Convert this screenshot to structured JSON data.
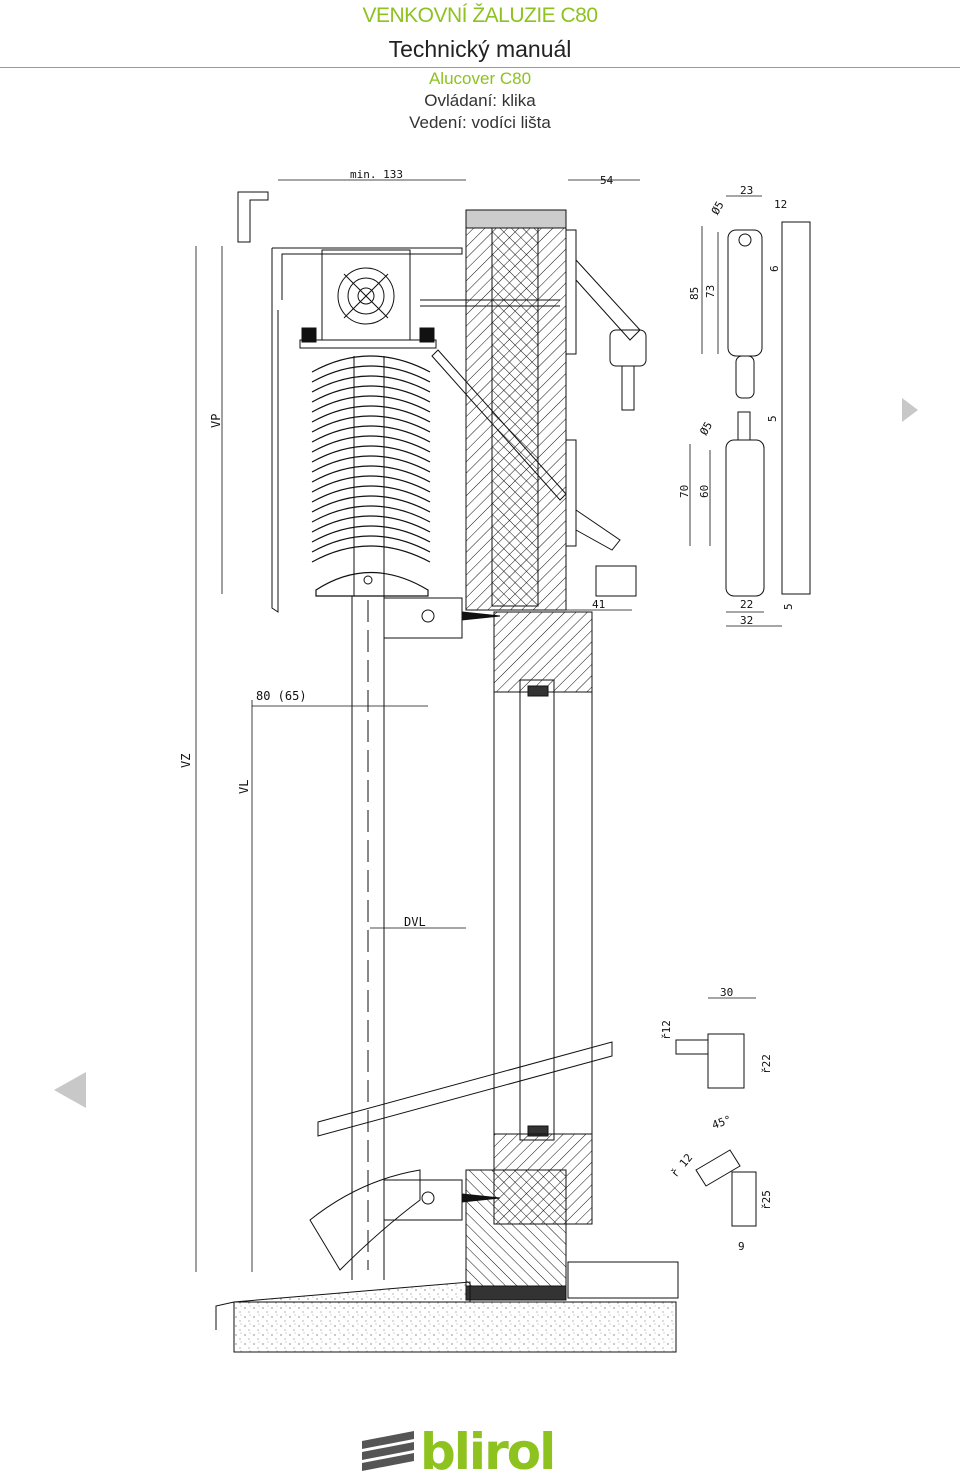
{
  "header": {
    "brand_title": "VENKOVNÍ ŽALUZIE C80",
    "doc_title": "Technický manuál",
    "product": "Alucover C80",
    "control": "Ovládaní: klika",
    "guide": "Vedení: vodíci lišta"
  },
  "dimensions": {
    "min133": "min. 133",
    "d54": "54",
    "d23": "23",
    "d12": "12",
    "d85": "85",
    "d73": "73",
    "d6": "6",
    "phi5a": "Ø5",
    "phi5b": "Ø5",
    "vp": "VP",
    "d5": "5",
    "d70": "70",
    "d60": "60",
    "d41": "41",
    "d22": "22",
    "d32": "32",
    "d5b": "5",
    "d80_65": "80 (65)",
    "vz": "VZ",
    "vl": "VL",
    "dvl": "DVL",
    "d30": "30",
    "r12a": "ř12",
    "r22": "ř22",
    "a45": "45°",
    "r12b": "ř 12",
    "r25": "ř25",
    "d9": "9"
  },
  "logo": {
    "text": "blirol"
  },
  "colors": {
    "brand_green": "#8dc21f",
    "text_gray": "#333333",
    "line": "#111111",
    "logo_gray": "#555555"
  }
}
